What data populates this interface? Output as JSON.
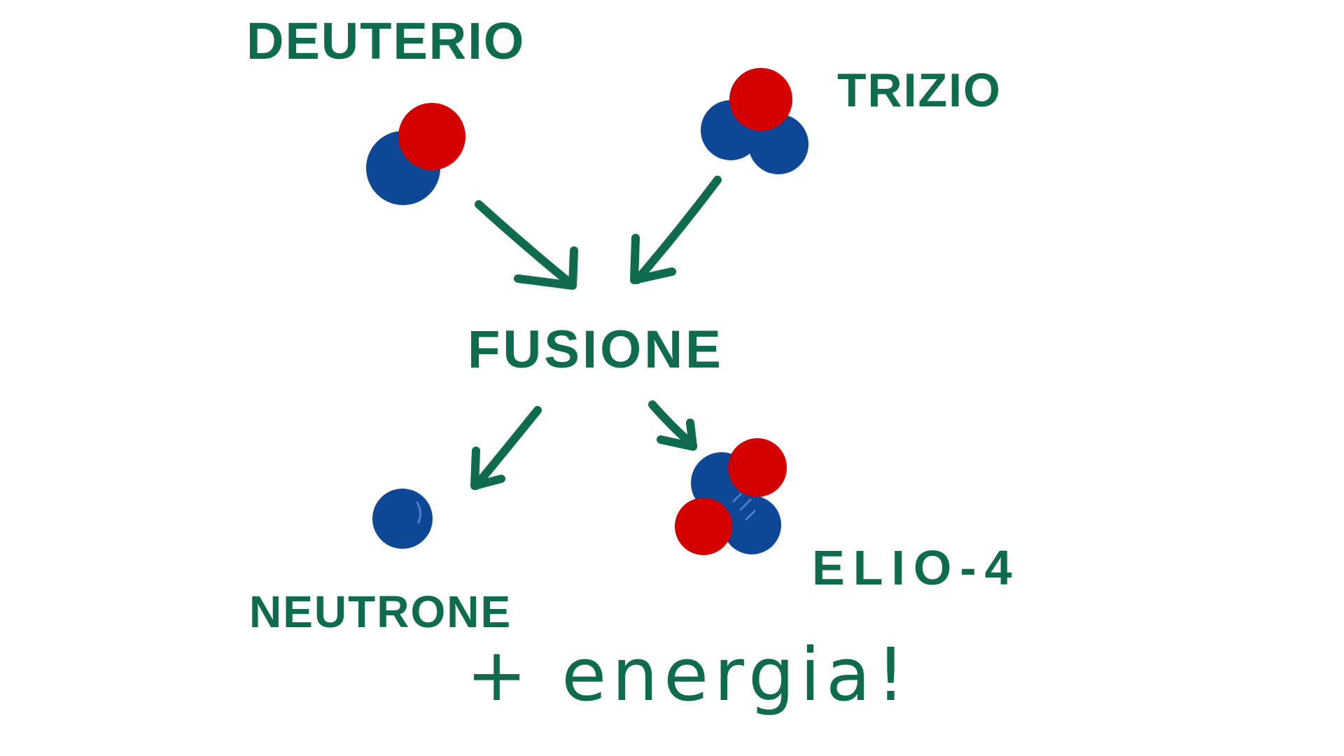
{
  "labels": {
    "deuterio": "DEUTERIO",
    "trizio": "TRIZIO",
    "fusione": "FUSIONE",
    "neutrone": "NEUTRONE",
    "elio": "ELIO-4",
    "energia": "+ energia!"
  },
  "colors": {
    "ink": "#0e6b4e",
    "proton": "#d40000",
    "neutron": "#0d4796",
    "background": "#ffffff"
  },
  "particles": {
    "deuterio": [
      "neutron",
      "proton"
    ],
    "trizio": [
      "neutron",
      "neutron",
      "proton"
    ],
    "neutrone": [
      "neutron"
    ],
    "elio": [
      "neutron",
      "neutron",
      "proton",
      "proton"
    ]
  }
}
